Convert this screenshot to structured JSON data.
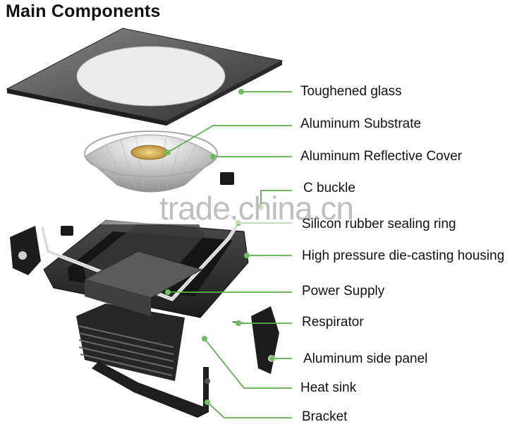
{
  "title": "Main Components",
  "components": [
    "Toughened glass",
    "Aluminum Substrate",
    "Aluminum Reflective Cover",
    "C buckle",
    "Silicon rubber sealing ring",
    "High pressure die-casting housing",
    "Power Supply",
    "Respirator",
    "Aluminum side panel",
    "Heat sink",
    "Bracket"
  ],
  "watermark": "trade.china.cn",
  "colors": {
    "leader_line": "#5cae4e",
    "leader_dot": "#6cc05a",
    "housing": "#2b2b2b",
    "glass_frame": "#3c3c3c",
    "reflector": "#cfcfcf",
    "led_chip": "#d9b45a"
  }
}
